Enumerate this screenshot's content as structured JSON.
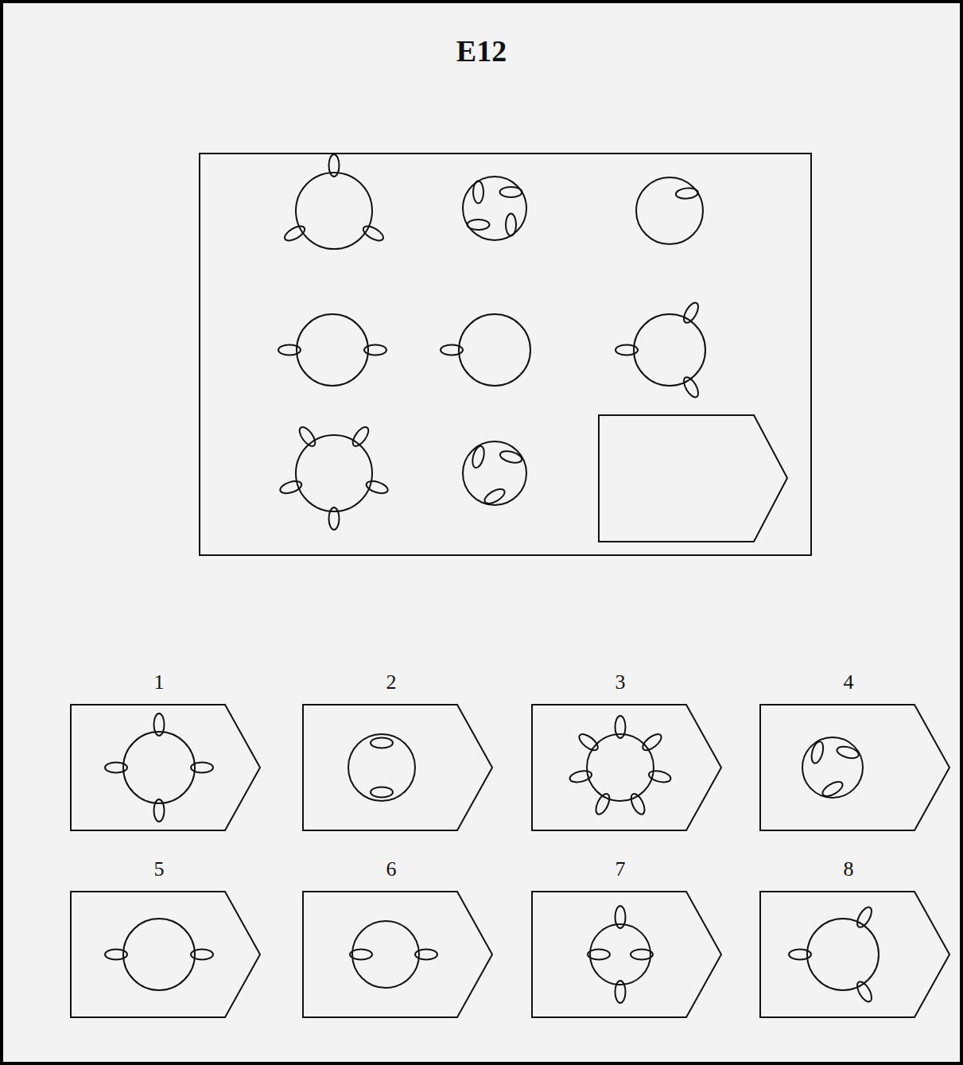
{
  "diagram": {
    "title": "E12",
    "nodes": [
      {
        "text": [
          "1"
        ]
      },
      {
        "text": [
          "2"
        ]
      },
      {
        "text": [
          "3"
        ]
      },
      {
        "text": [
          "4"
        ]
      },
      {
        "text": [
          "5"
        ]
      },
      {
        "text": [
          "6"
        ]
      },
      {
        "text": [
          "7"
        ]
      },
      {
        "text": [
          "8"
        ]
      }
    ]
  }
}
